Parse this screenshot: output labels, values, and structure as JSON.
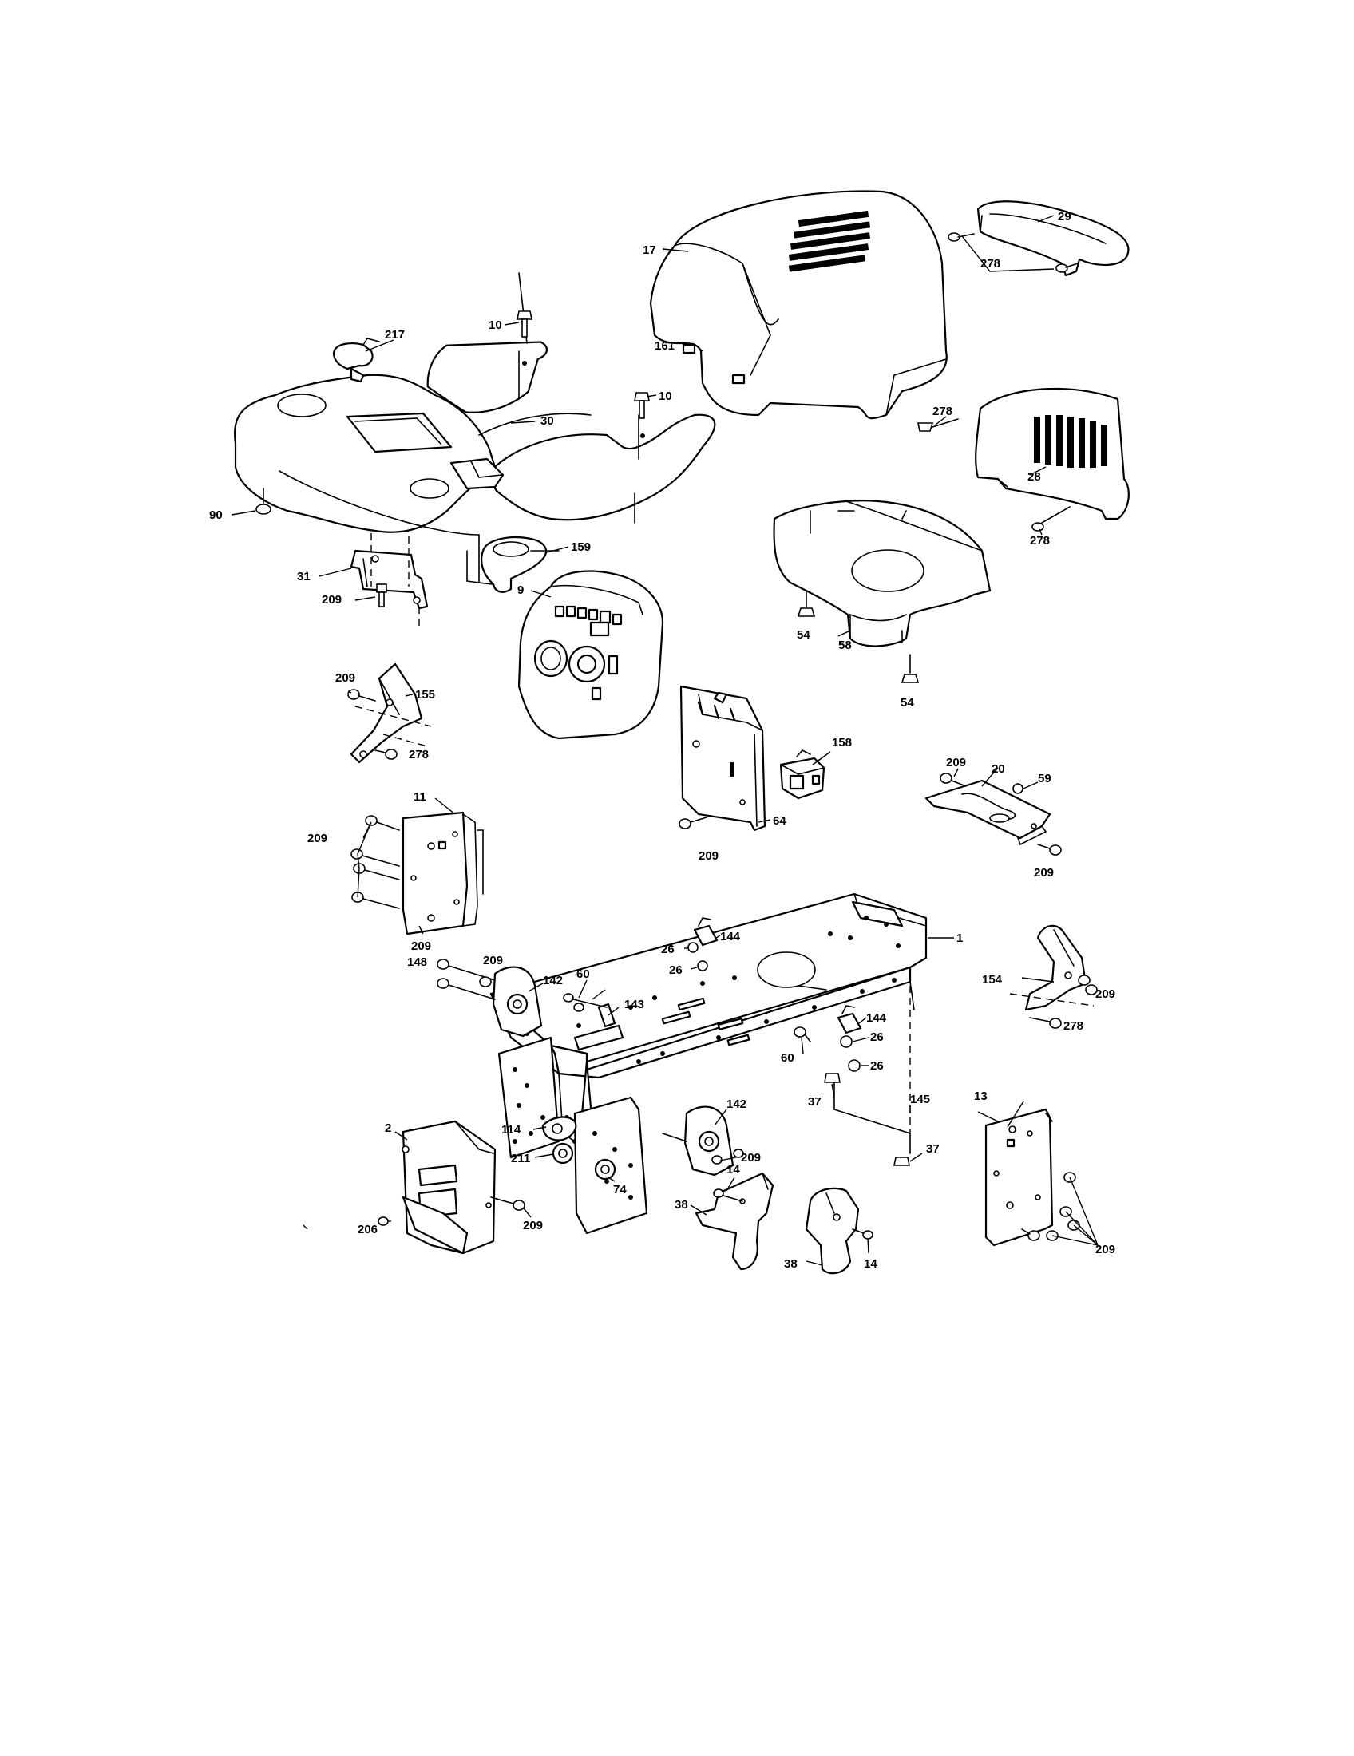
{
  "diagram": {
    "callouts": [
      {
        "id": "c17",
        "text": "17"
      },
      {
        "id": "c29",
        "text": "29"
      },
      {
        "id": "c278a",
        "text": "278"
      },
      {
        "id": "c10a",
        "text": "10"
      },
      {
        "id": "c217",
        "text": "217"
      },
      {
        "id": "c161",
        "text": "161"
      },
      {
        "id": "c10b",
        "text": "10"
      },
      {
        "id": "c30",
        "text": "30"
      },
      {
        "id": "c278b",
        "text": "278"
      },
      {
        "id": "c28",
        "text": "28"
      },
      {
        "id": "c90",
        "text": "90"
      },
      {
        "id": "c278c",
        "text": "278"
      },
      {
        "id": "c159",
        "text": "159"
      },
      {
        "id": "c31",
        "text": "31"
      },
      {
        "id": "c9",
        "text": "9"
      },
      {
        "id": "c209a",
        "text": "209"
      },
      {
        "id": "c54a",
        "text": "54"
      },
      {
        "id": "c58",
        "text": "58"
      },
      {
        "id": "c54b",
        "text": "54"
      },
      {
        "id": "c209b",
        "text": "209"
      },
      {
        "id": "c155",
        "text": "155"
      },
      {
        "id": "c278d",
        "text": "278"
      },
      {
        "id": "c158",
        "text": "158"
      },
      {
        "id": "c209c",
        "text": "209"
      },
      {
        "id": "c20",
        "text": "20"
      },
      {
        "id": "c59",
        "text": "59"
      },
      {
        "id": "c11",
        "text": "11"
      },
      {
        "id": "c64",
        "text": "64"
      },
      {
        "id": "c209d",
        "text": "209"
      },
      {
        "id": "c209e",
        "text": "209"
      },
      {
        "id": "c209f",
        "text": "209"
      },
      {
        "id": "c209g",
        "text": "209"
      },
      {
        "id": "c144a",
        "text": "144"
      },
      {
        "id": "c1",
        "text": "1"
      },
      {
        "id": "c26a",
        "text": "26"
      },
      {
        "id": "c148",
        "text": "148"
      },
      {
        "id": "c209h",
        "text": "209"
      },
      {
        "id": "c26b",
        "text": "26"
      },
      {
        "id": "c60a",
        "text": "60"
      },
      {
        "id": "c142a",
        "text": "142"
      },
      {
        "id": "c154",
        "text": "154"
      },
      {
        "id": "c209i",
        "text": "209"
      },
      {
        "id": "c143",
        "text": "143"
      },
      {
        "id": "c144b",
        "text": "144"
      },
      {
        "id": "c278e",
        "text": "278"
      },
      {
        "id": "c26c",
        "text": "26"
      },
      {
        "id": "c60b",
        "text": "60"
      },
      {
        "id": "c26d",
        "text": "26"
      },
      {
        "id": "c13",
        "text": "13"
      },
      {
        "id": "c142b",
        "text": "142"
      },
      {
        "id": "c37a",
        "text": "37"
      },
      {
        "id": "c145",
        "text": "145"
      },
      {
        "id": "c2",
        "text": "2"
      },
      {
        "id": "c114",
        "text": "114"
      },
      {
        "id": "c37b",
        "text": "37"
      },
      {
        "id": "c209j",
        "text": "209"
      },
      {
        "id": "c211",
        "text": "211"
      },
      {
        "id": "c74",
        "text": "74"
      },
      {
        "id": "c14a",
        "text": "14"
      },
      {
        "id": "c38a",
        "text": "38"
      },
      {
        "id": "c206",
        "text": "206"
      },
      {
        "id": "c209k",
        "text": "209"
      },
      {
        "id": "c209l",
        "text": "209"
      },
      {
        "id": "c38b",
        "text": "38"
      },
      {
        "id": "c14b",
        "text": "14"
      }
    ]
  },
  "colors": {
    "line": "#000000",
    "background": "#ffffff"
  }
}
